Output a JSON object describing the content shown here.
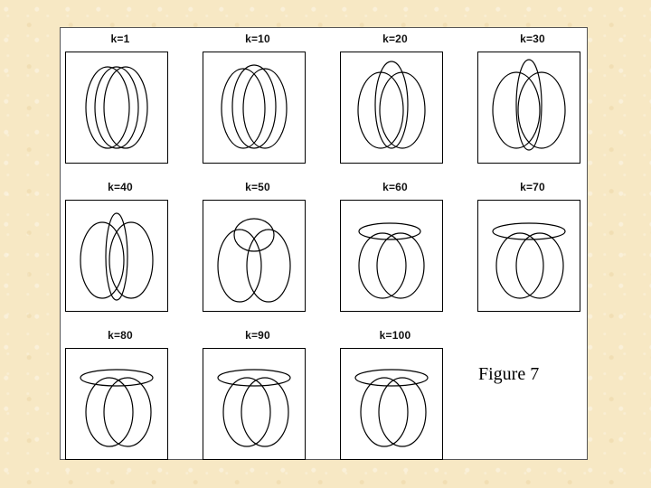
{
  "figure": {
    "caption": "Figure 7",
    "panels": [
      {
        "label": "k=1"
      },
      {
        "label": "k=10"
      },
      {
        "label": "k=20"
      },
      {
        "label": "k=30"
      },
      {
        "label": "k=40"
      },
      {
        "label": "k=50"
      },
      {
        "label": "k=60"
      },
      {
        "label": "k=70"
      },
      {
        "label": "k=80"
      },
      {
        "label": "k=90"
      },
      {
        "label": "k=100"
      }
    ]
  }
}
